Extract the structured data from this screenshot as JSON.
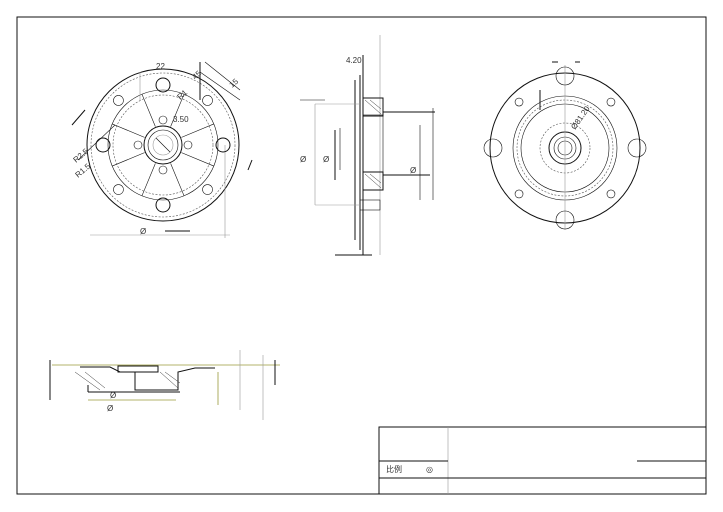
{
  "drawing": {
    "front_view": {
      "dims": [
        "22",
        "45",
        "15",
        "R1",
        "3.50",
        "R2.5",
        "R1.5",
        "Ø"
      ]
    },
    "side_view": {
      "dims": [
        "4.20",
        "Ø",
        "Ø",
        "Ø"
      ]
    },
    "rear_view": {
      "dims": [
        "Ø81.20"
      ]
    },
    "bottom_view": {
      "dims": [
        "Ø",
        "Ø"
      ]
    }
  },
  "title_block": {
    "scale_label": "比例",
    "projection_symbol": "◎"
  },
  "colors": {
    "line": "#111111",
    "construction": "#999999",
    "dimension_yellow": "#9a9a3a"
  }
}
